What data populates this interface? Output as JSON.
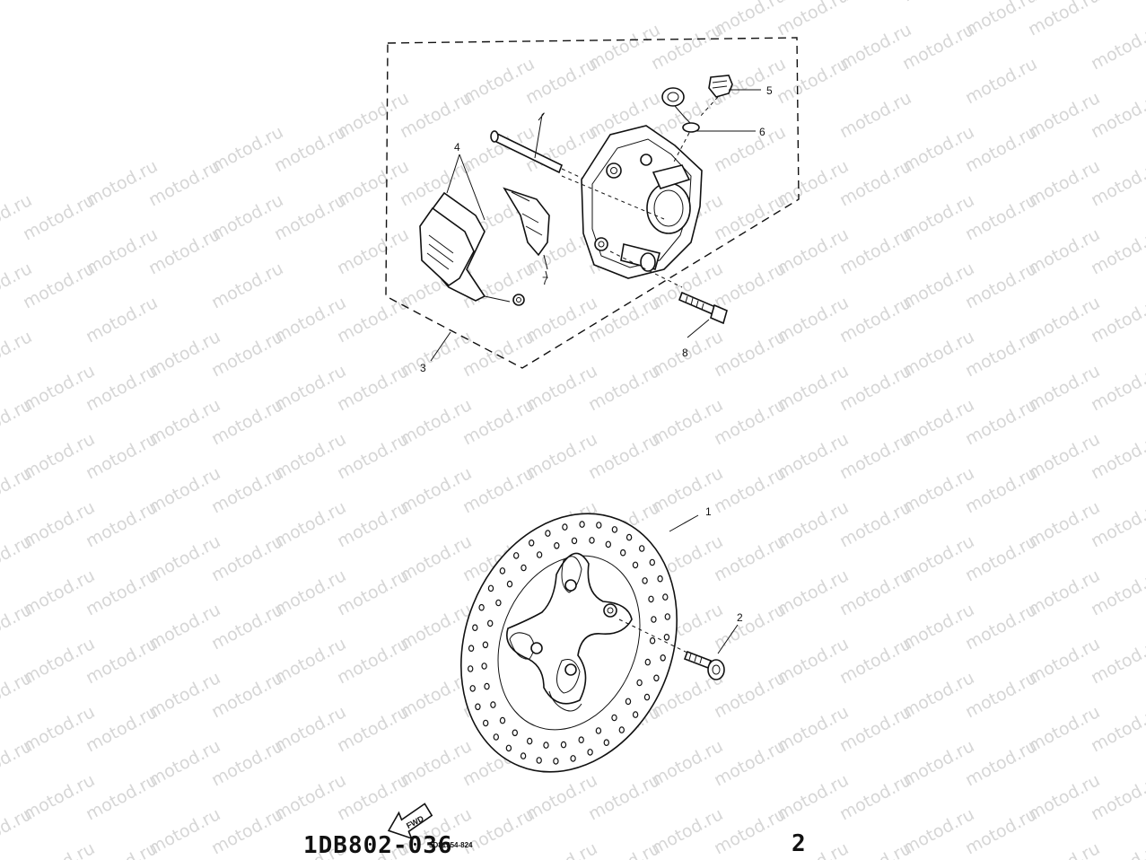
{
  "watermark": {
    "text": "motod.ru",
    "color": "#d6d6d6"
  },
  "callouts": [
    {
      "id": "1",
      "label": "1"
    },
    {
      "id": "2",
      "label": "2"
    },
    {
      "id": "3",
      "label": "3"
    },
    {
      "id": "4",
      "label": "4"
    },
    {
      "id": "5",
      "label": "5"
    },
    {
      "id": "6",
      "label": "6"
    },
    {
      "id": "7",
      "label": "7"
    },
    {
      "id": "8",
      "label": "8"
    }
  ],
  "footer": {
    "code": "1DB802-036",
    "small_code": "5D81354-824",
    "page_mark": "2"
  },
  "fwd_arrow": {
    "label": "FWD"
  }
}
